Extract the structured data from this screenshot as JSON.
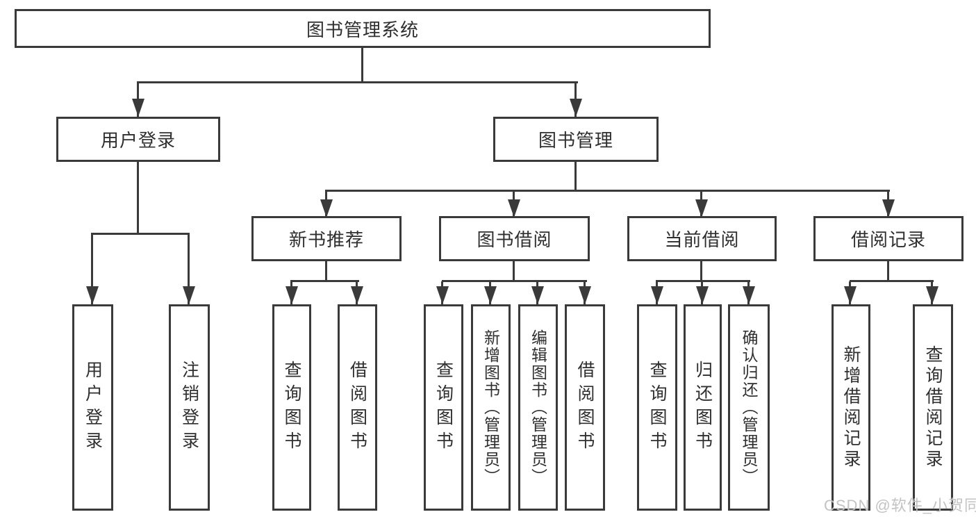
{
  "colors": {
    "line": "#3a3a3a",
    "text": "#2f2f2f",
    "background": "#ffffff",
    "watermark": "#c3c3c3"
  },
  "tree": {
    "title": "图书管理系统",
    "children": [
      {
        "label": "用户登录",
        "leaves": [
          "用户登录",
          "注销登录"
        ]
      },
      {
        "label": "图书管理",
        "children": [
          {
            "label": "新书推荐",
            "leaves": [
              "查询图书",
              "借阅图书"
            ]
          },
          {
            "label": "图书借阅",
            "leaves": [
              "查询图书",
              "新增图书（管理员）",
              "编辑图书（管理员）",
              "借阅图书"
            ]
          },
          {
            "label": "当前借阅",
            "leaves": [
              "查询图书",
              "归还图书",
              "确认归还（管理员）"
            ]
          },
          {
            "label": "借阅记录",
            "leaves": [
              "新增借阅记录",
              "查询借阅记录"
            ]
          }
        ]
      }
    ]
  },
  "watermark": {
    "text": "CSDN @软件_小贺同学"
  }
}
